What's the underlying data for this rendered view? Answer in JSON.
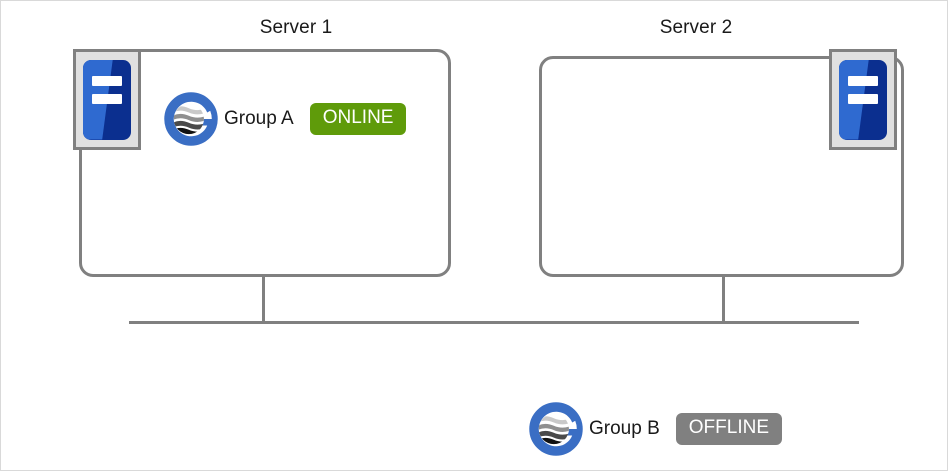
{
  "diagram": {
    "title_font_color": "#1a1a1a",
    "line_color": "#808080",
    "servers": [
      {
        "id": "server-1",
        "title": "Server 1",
        "icon_name": "server-tower-icon",
        "icon_side": "left",
        "groups": [
          {
            "logo_name": "group-globe-logo",
            "label": "Group A",
            "status": "ONLINE",
            "status_kind": "online",
            "status_color": "#5f9b0a"
          }
        ]
      },
      {
        "id": "server-2",
        "title": "Server 2",
        "icon_name": "server-tower-icon",
        "icon_side": "right",
        "groups": []
      }
    ],
    "floating_groups": [
      {
        "logo_name": "group-globe-logo",
        "label": "Group B",
        "status": "OFFLINE",
        "status_kind": "offline",
        "status_color": "#808080"
      }
    ],
    "network": {
      "bus_label": "",
      "colors": {
        "wire": "#808080",
        "server_border": "#808080",
        "icon_frame": "#808080",
        "icon_body_dark": "#0b2f8f",
        "icon_body_light": "#2f6ad0",
        "logo_ring": "#3a6ec4",
        "page_border": "#d9d9d9"
      }
    }
  }
}
